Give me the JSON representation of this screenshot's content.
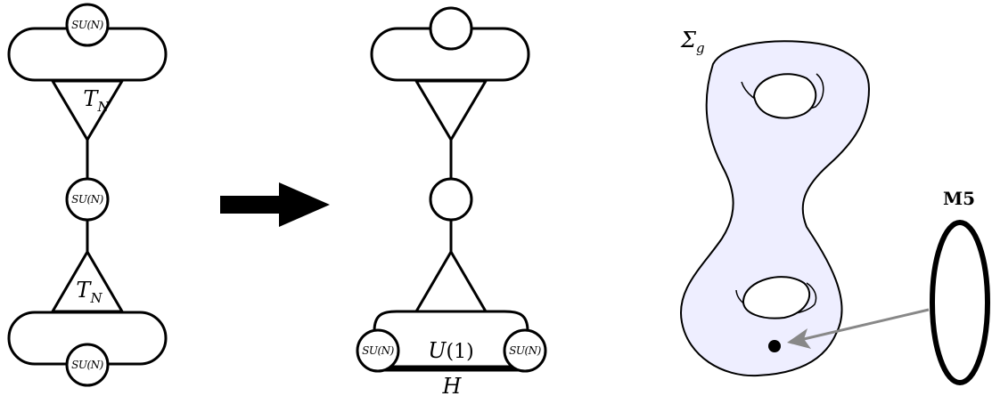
{
  "left_quiver": {
    "gauge_top": "SU(N)",
    "gauge_middle": "SU(N)",
    "gauge_bottom": "SU(N)",
    "block_top": {
      "base": "T",
      "sub": "N"
    },
    "block_bottom": {
      "base": "T",
      "sub": "N"
    }
  },
  "right_quiver": {
    "gauge_left": "SU(N)",
    "gauge_right": "SU(N)",
    "u1_label": {
      "prefix": "U",
      "open": "(",
      "number": "1",
      "close": ")"
    },
    "hyper_label": "H"
  },
  "surface": {
    "genus_label": {
      "base": "Σ",
      "sub": "g"
    },
    "brane_label": "M5",
    "fill_color": "#eeeeff"
  }
}
